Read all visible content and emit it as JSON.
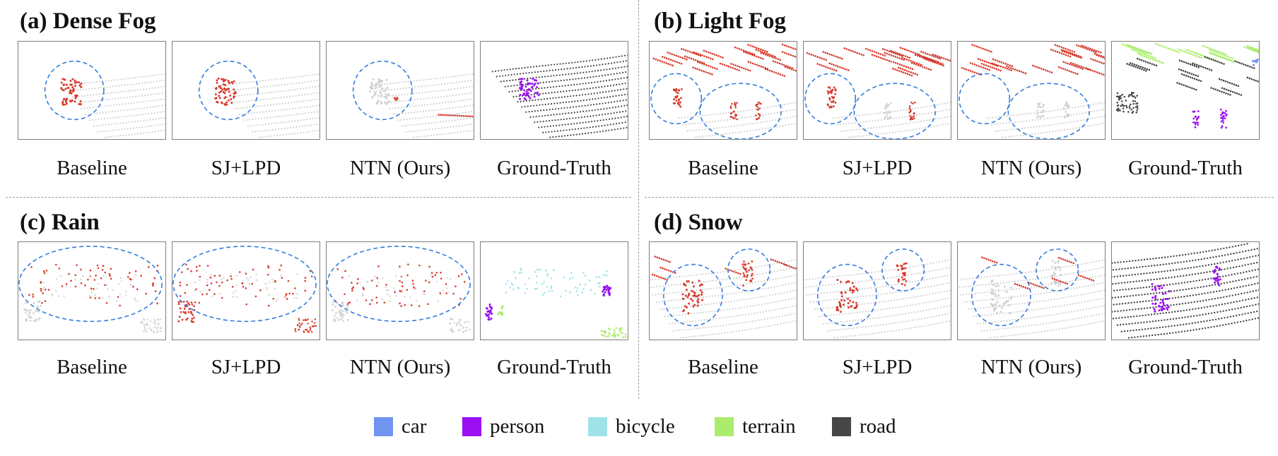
{
  "panels": [
    {
      "id": "a",
      "title": "(a) Dense Fog",
      "captions": [
        "Baseline",
        "SJ+LPD",
        "NTN (Ours)",
        "Ground-Truth"
      ]
    },
    {
      "id": "b",
      "title": "(b) Light Fog",
      "captions": [
        "Baseline",
        "SJ+LPD",
        "NTN (Ours)",
        "Ground-Truth"
      ]
    },
    {
      "id": "c",
      "title": "(c) Rain",
      "captions": [
        "Baseline",
        "SJ+LPD",
        "NTN (Ours)",
        "Ground-Truth"
      ]
    },
    {
      "id": "d",
      "title": "(d) Snow",
      "captions": [
        "Baseline",
        "SJ+LPD",
        "NTN (Ours)",
        "Ground-Truth"
      ]
    }
  ],
  "legend": [
    {
      "label": "car",
      "color": "#6f95f0"
    },
    {
      "label": "person",
      "color": "#9a10f2"
    },
    {
      "label": "bicycle",
      "color": "#9fe3e8"
    },
    {
      "label": "terrain",
      "color": "#abec6e"
    },
    {
      "label": "road",
      "color": "#464646"
    }
  ],
  "colors": {
    "noise_prediction": "#d8392b",
    "background_points": "#d2d2d2",
    "highlight_ellipse": "#2f7be0"
  }
}
